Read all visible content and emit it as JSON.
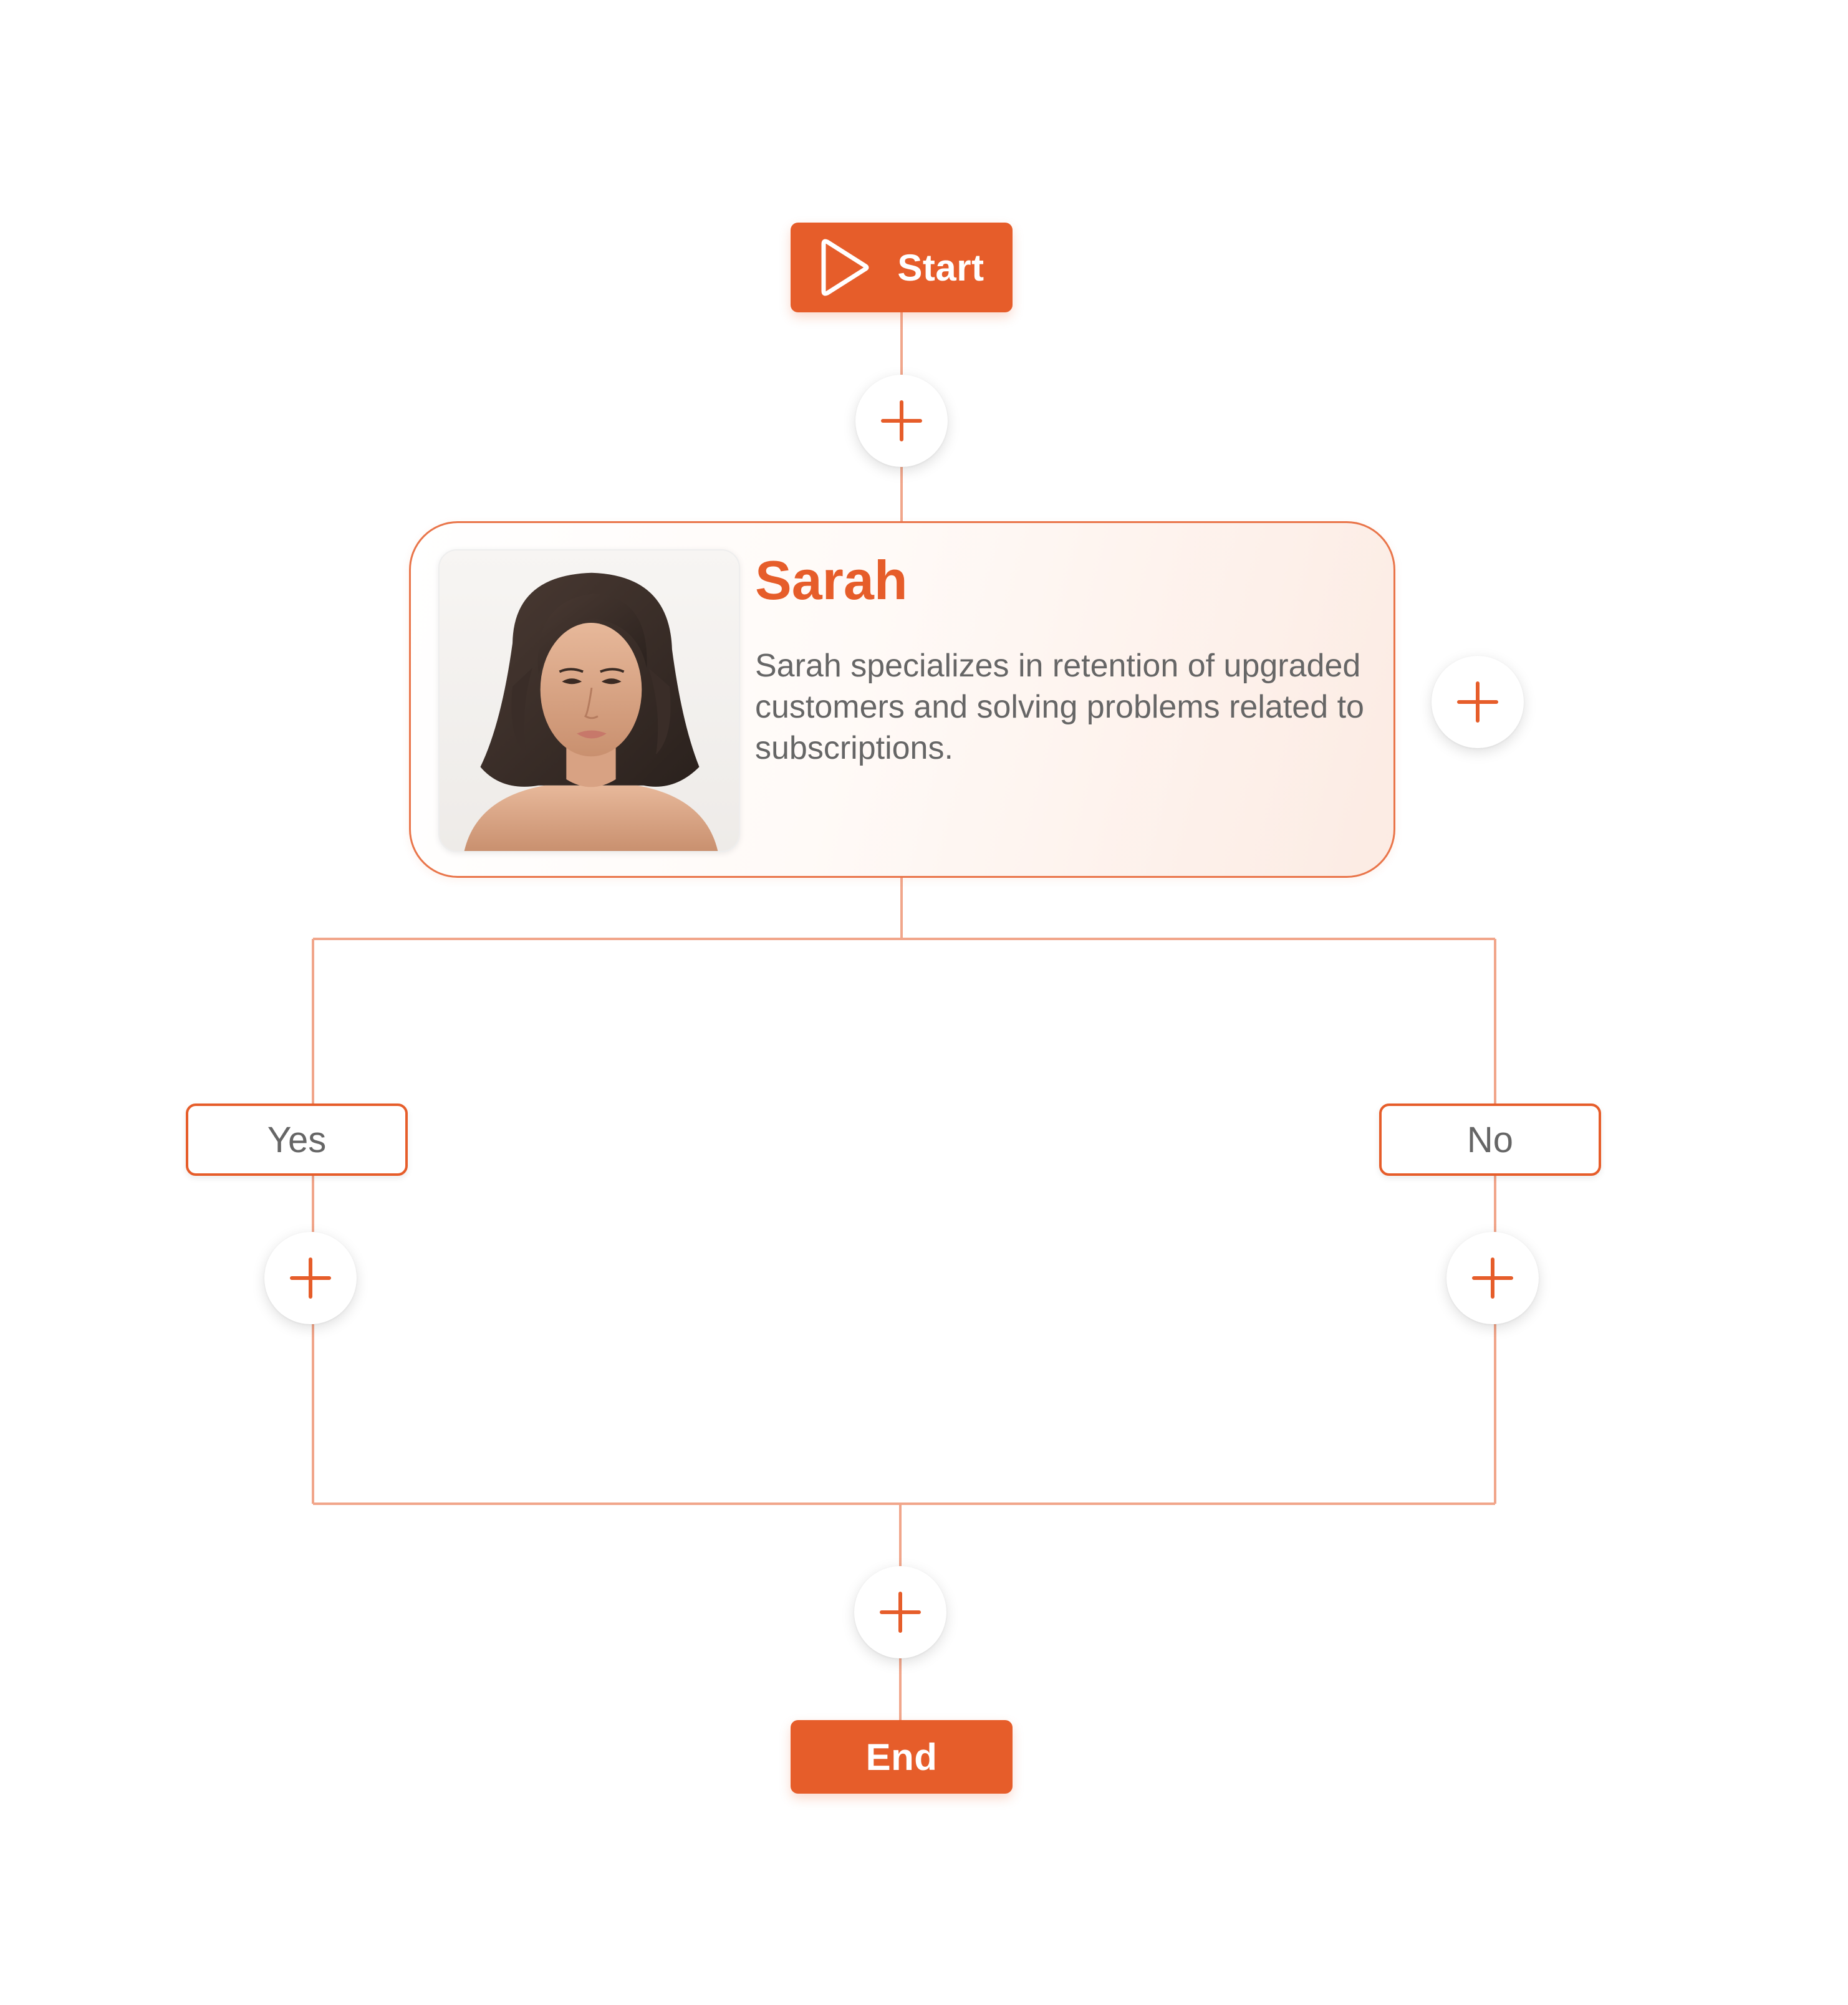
{
  "flow": {
    "start_label": "Start",
    "end_label": "End",
    "agent": {
      "name": "Sarah",
      "description": "Sarah specializes in retention of upgraded customers and solving problems related to subscriptions."
    },
    "branches": {
      "yes_label": "Yes",
      "no_label": "No"
    }
  },
  "colors": {
    "accent": "#e65d2a",
    "connector": "#f1a68b",
    "text_muted": "#666666",
    "card_tint": "#fcebe3"
  },
  "icons": {
    "start": "play-icon",
    "add": "plus-icon"
  }
}
